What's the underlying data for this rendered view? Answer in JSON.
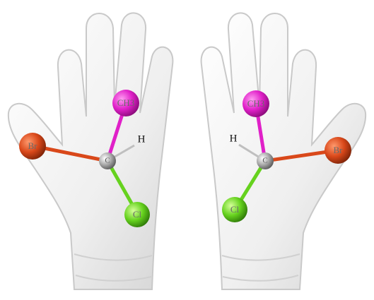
{
  "molecules": [
    {
      "hand": "left",
      "atoms": {
        "top": {
          "label": "CH3",
          "color": "#e020c8"
        },
        "left": {
          "label": "Br",
          "color": "#d9481a"
        },
        "bottom": {
          "label": "Cl",
          "color": "#66d21e"
        },
        "center": {
          "label": "C",
          "color": "#9a9a9a"
        },
        "h": {
          "label": "H"
        }
      }
    },
    {
      "hand": "right",
      "atoms": {
        "top": {
          "label": "CH3",
          "color": "#e020c8"
        },
        "right": {
          "label": "Br",
          "color": "#d9481a"
        },
        "bottom": {
          "label": "Cl",
          "color": "#66d21e"
        },
        "center": {
          "label": "C",
          "color": "#9a9a9a"
        },
        "h": {
          "label": "H"
        }
      }
    }
  ],
  "colors": {
    "glove": "#f2f2f2",
    "glove_shadow": "#c9c9c9",
    "background": "#ffffff"
  }
}
